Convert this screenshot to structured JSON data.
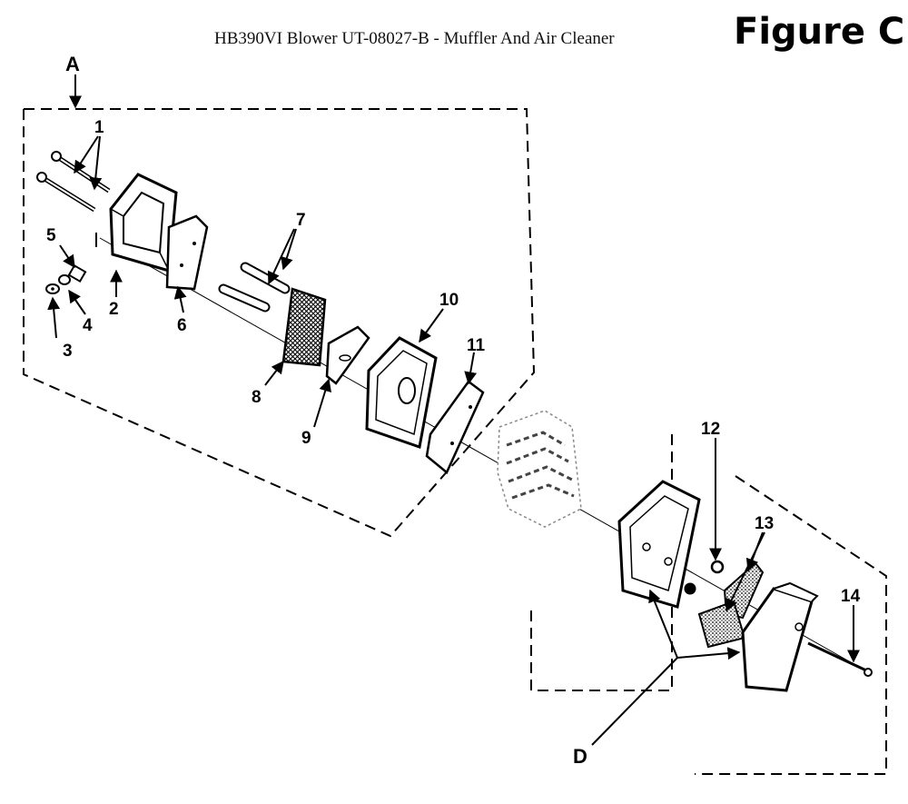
{
  "header": {
    "title": "HB390VI Blower UT-08027-B - Muffler And Air Cleaner",
    "figure": "Figure C"
  },
  "groups": [
    "A",
    "D"
  ],
  "callouts": [
    "1",
    "2",
    "3",
    "4",
    "5",
    "6",
    "7",
    "8",
    "9",
    "10",
    "11",
    "12",
    "13",
    "14"
  ]
}
